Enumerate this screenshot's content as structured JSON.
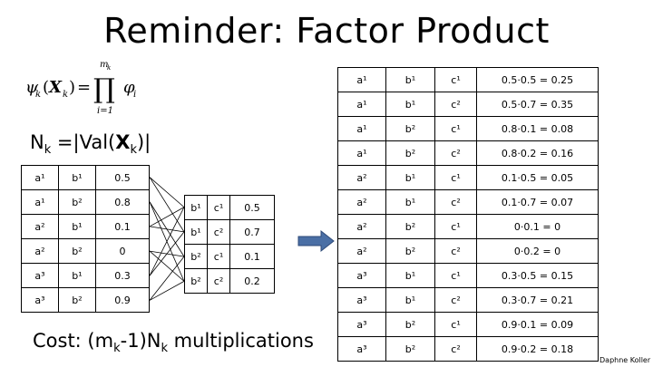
{
  "title": "Reminder: Factor Product",
  "nk": {
    "prefix": "N",
    "sub": "k",
    "eq": " =|Val(",
    "bold": "X",
    "sub2": "k",
    "close": ")|"
  },
  "formula": {
    "lhs": "ψ",
    "lhs_sub": "k",
    "arg": "X",
    "arg_sub": "k",
    "prod_top": "m",
    "prod_top_sub": "k",
    "prod_bottom": "i=1",
    "rhs": "φ",
    "rhs_sub": "i"
  },
  "cost": {
    "prefix": "Cost: (m",
    "sub1": "k",
    "mid": "-1)N",
    "sub2": "k",
    "suffix": " multiplications"
  },
  "factor1": [
    [
      "a¹",
      "b¹",
      "0.5"
    ],
    [
      "a¹",
      "b²",
      "0.8"
    ],
    [
      "a²",
      "b¹",
      "0.1"
    ],
    [
      "a²",
      "b²",
      "0"
    ],
    [
      "a³",
      "b¹",
      "0.3"
    ],
    [
      "a³",
      "b²",
      "0.9"
    ]
  ],
  "factor2": [
    [
      "b¹",
      "c¹",
      "0.5"
    ],
    [
      "b¹",
      "c²",
      "0.7"
    ],
    [
      "b²",
      "c¹",
      "0.1"
    ],
    [
      "b²",
      "c²",
      "0.2"
    ]
  ],
  "product": [
    [
      "a¹",
      "b¹",
      "c¹",
      "0.5·0.5 = 0.25"
    ],
    [
      "a¹",
      "b¹",
      "c²",
      "0.5·0.7 = 0.35"
    ],
    [
      "a¹",
      "b²",
      "c¹",
      "0.8·0.1 = 0.08"
    ],
    [
      "a¹",
      "b²",
      "c²",
      "0.8·0.2 = 0.16"
    ],
    [
      "a²",
      "b¹",
      "c¹",
      "0.1·0.5 = 0.05"
    ],
    [
      "a²",
      "b¹",
      "c²",
      "0.1·0.7 = 0.07"
    ],
    [
      "a²",
      "b²",
      "c¹",
      "0·0.1 = 0"
    ],
    [
      "a²",
      "b²",
      "c²",
      "0·0.2 = 0"
    ],
    [
      "a³",
      "b¹",
      "c¹",
      "0.3·0.5 = 0.15"
    ],
    [
      "a³",
      "b¹",
      "c²",
      "0.3·0.7 = 0.21"
    ],
    [
      "a³",
      "b²",
      "c¹",
      "0.9·0.1 = 0.09"
    ],
    [
      "a³",
      "b²",
      "c²",
      "0.9·0.2 = 0.18"
    ]
  ],
  "author": "Daphne Koller",
  "arrow_color": "#4a6fa5"
}
